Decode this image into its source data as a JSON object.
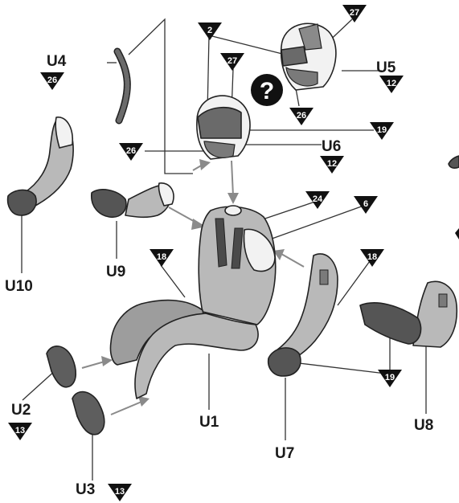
{
  "parts": {
    "U1": "U1",
    "U2": "U2",
    "U3": "U3",
    "U4": "U4",
    "U5": "U5",
    "U6": "U6",
    "U7": "U7",
    "U8": "U8",
    "U9": "U9",
    "U10": "U10"
  },
  "color_badges": {
    "u4_color": "26",
    "u5_color": "12",
    "u6_color": "12",
    "u2_color": "13",
    "u3_color": "13",
    "helmet_visor_top": "2",
    "helmet_shell_top": "27",
    "helmet_shell_mid": "27",
    "helmet_top_chin": "26",
    "helmet_mid_stripe": "19",
    "helmet_mid_chin": "26",
    "vest_harness": "24",
    "shoulder_patch": "6",
    "suit_left": "18",
    "arm_right": "18",
    "glove_right": "19"
  },
  "question_mark": "?",
  "colors": {
    "badge_fill": "#111111",
    "suit_grey": "#b9b9b9",
    "glove_dark": "#555555",
    "arrow_grey": "#8a8a8a"
  }
}
